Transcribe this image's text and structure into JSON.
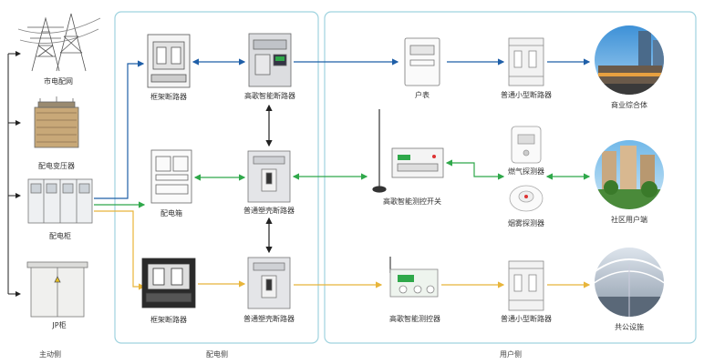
{
  "sections": {
    "supply": "主动侧",
    "distribution": "配电侧",
    "user": "用户侧"
  },
  "supply_nodes": [
    "市电配网",
    "配电变压器",
    "配电柜",
    "JP柜"
  ],
  "distribution_nodes": {
    "top_left": "框架断路器",
    "top_right": "高歌智能断路器",
    "mid_left": "配电箱",
    "mid_right": "普通塑壳断路器",
    "bot_left": "框架断路器",
    "bot_right": "普通塑壳断路器"
  },
  "user_nodes": {
    "meter": "户表",
    "mcb_top": "普通小型断路器",
    "switch": "高歌智能测控开关",
    "gas": "燃气探测器",
    "smoke": "烟雾探测器",
    "monitor": "高歌智能测控器",
    "mcb_bot": "普通小型断路器"
  },
  "scenes": [
    "商业综合体",
    "社区用户端",
    "共公设施"
  ],
  "colors": {
    "blue": "#1f5fa8",
    "green": "#2fa84a",
    "yellow": "#e8b53a",
    "panel": "#9fd3df"
  }
}
